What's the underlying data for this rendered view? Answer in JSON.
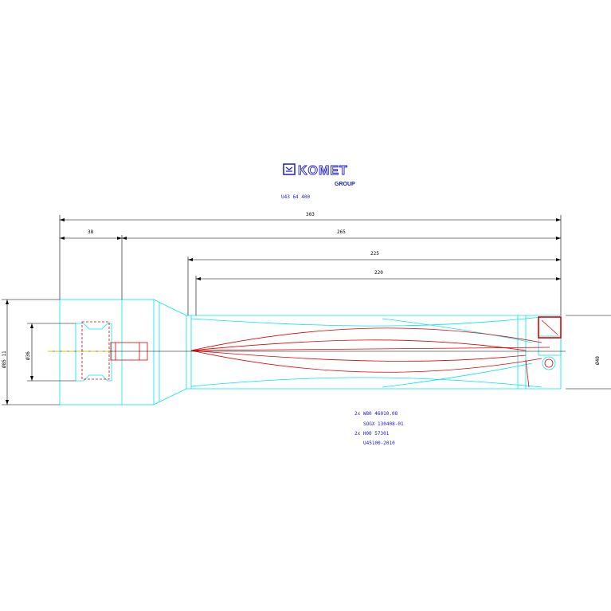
{
  "title_block": {
    "brand": "KOMET",
    "brand_sub": "GROUP",
    "part_number": "U43 64 400"
  },
  "dimensions": {
    "overall_length": "303",
    "shank_length": "38",
    "body_length": "265",
    "reach_1": "225",
    "reach_2": "220",
    "shank_dia_outer": "Ø85 11",
    "shank_dia_inner": "Ø36",
    "cut_dia": "Ø40"
  },
  "notes": [
    "2x W80 46010.08",
    "SOGX 130408-01",
    "2x H00 57301",
    "U45100-2010"
  ],
  "colors": {
    "body_outline": "#00e5ee",
    "coolant_lines": "#e00000",
    "dimensions": "#000000",
    "notes": "#1a1acc",
    "centerline": "#e8e800"
  }
}
